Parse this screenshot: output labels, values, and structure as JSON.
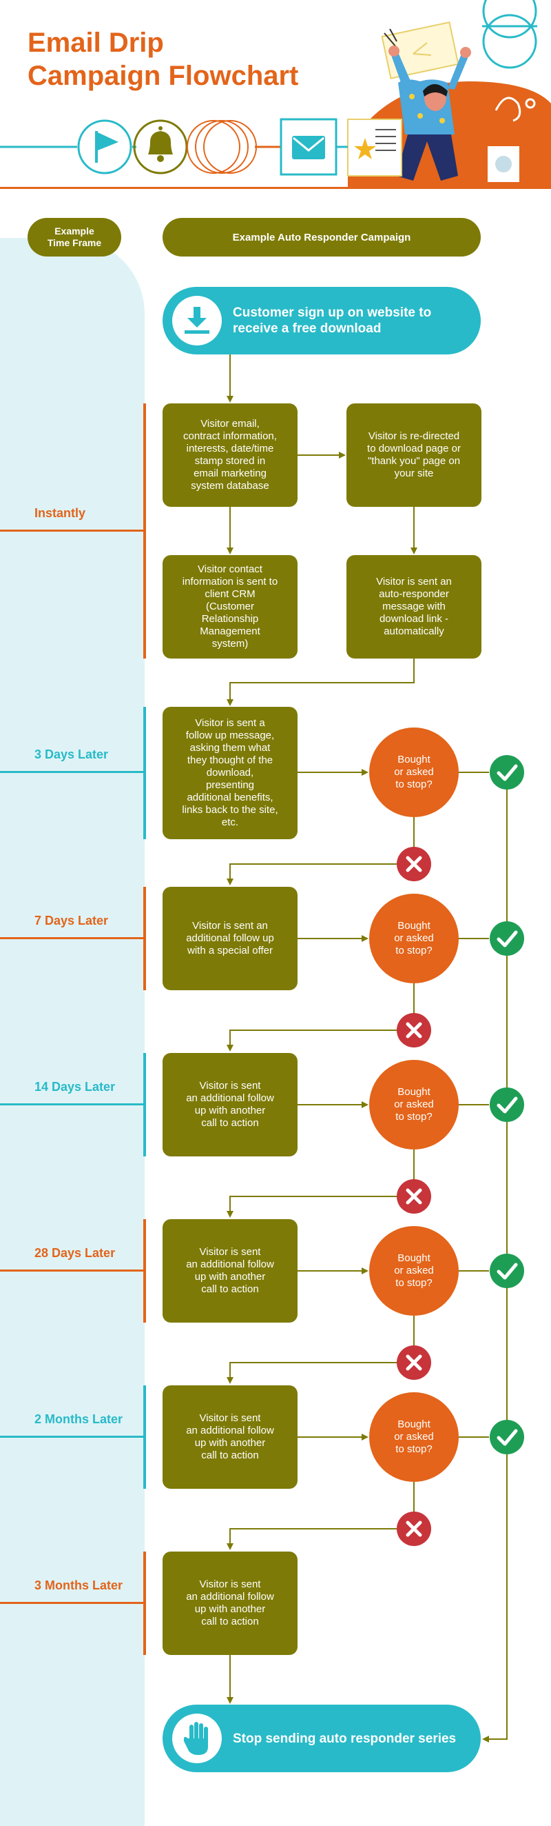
{
  "title_line1": "Email Drip",
  "title_line2": "Campaign Flowchart",
  "header_left_label": "Example\nTime Frame",
  "header_right_label": "Example Auto Responder Campaign",
  "start_text": "Customer sign up on website to receive a free download",
  "end_text": "Stop sending auto responder series",
  "instantly": {
    "label": "Instantly",
    "box_a": "Visitor email,\ncontract information,\ninterests, date/time\nstamp stored in\nemail marketing\nsystem database",
    "box_b": "Visitor is re-directed\nto download page or\n\"thank you\" page on\nyour site",
    "box_c": "Visitor contact\ninformation is sent to\nclient CRM\n(Customer\nRelationship\nManagement\nsystem)",
    "box_d": "Visitor is sent an\nauto-responder\nmessage with\ndownload link -\nautomatically"
  },
  "stages": [
    {
      "label": "3 Days Later",
      "color": "#28bac8",
      "box": "Visitor is sent a\nfollow up message,\nasking them what\nthey thought of the\ndownload,\npresenting\nadditional benefits,\nlinks back to the site,\netc.",
      "decision": "Bought\nor asked\nto stop?"
    },
    {
      "label": "7 Days Later",
      "color": "#e3641a",
      "box": "Visitor is sent an\nadditional follow up\nwith a special offer",
      "decision": "Bought\nor asked\nto stop?"
    },
    {
      "label": "14 Days Later",
      "color": "#28bac8",
      "box": "Visitor is sent\nan additional follow\nup with another\ncall to action",
      "decision": "Bought\nor asked\nto stop?"
    },
    {
      "label": "28 Days Later",
      "color": "#e3641a",
      "box": "Visitor is sent\nan additional follow\nup with another\ncall to action",
      "decision": "Bought\nor asked\nto stop?"
    },
    {
      "label": "2 Months Later",
      "color": "#28bac8",
      "box": "Visitor is sent\nan additional follow\nup with another\ncall to action",
      "decision": "Bought\nor asked\nto stop?"
    },
    {
      "label": "3 Months Later",
      "color": "#e3641a",
      "box": "Visitor is sent\nan additional follow\nup with another\ncall to action"
    }
  ],
  "colors": {
    "orange": "#e3641a",
    "cyan": "#28bac8",
    "olive": "#7d7a07",
    "green": "#1e9e55",
    "red": "#c7343a",
    "panel": "#dff3f6"
  },
  "icons": [
    "flag-icon",
    "bell-icon",
    "envelope-icon",
    "download-icon",
    "stop-hand-icon",
    "check-icon",
    "cross-icon"
  ]
}
